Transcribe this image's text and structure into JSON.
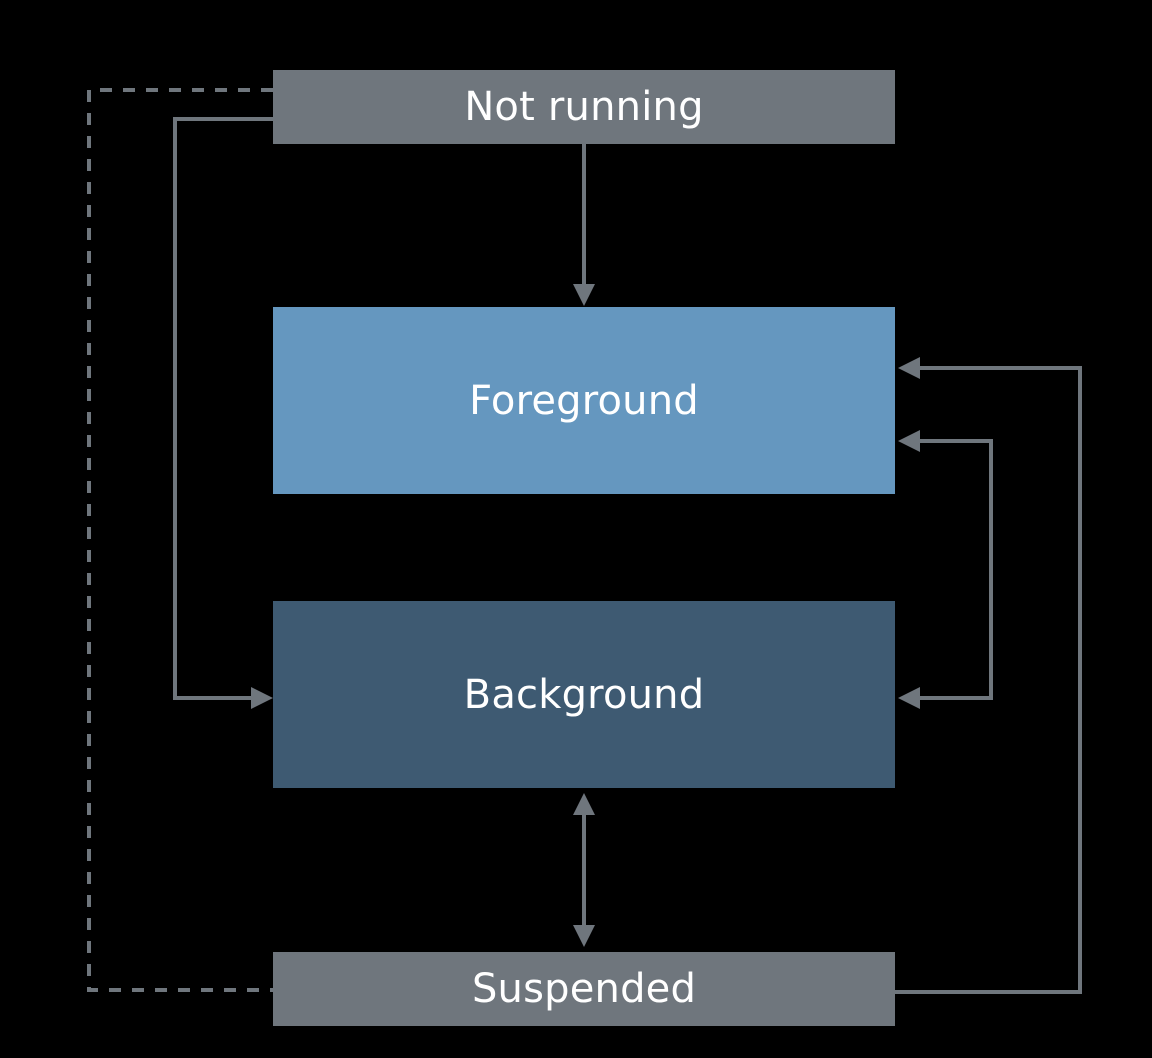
{
  "diagram": {
    "states": {
      "not_running": {
        "label": "Not running",
        "color": "#6f767d"
      },
      "foreground": {
        "label": "Foreground",
        "color": "#6597bf"
      },
      "background": {
        "label": "Background",
        "color": "#3e5a72"
      },
      "suspended": {
        "label": "Suspended",
        "color": "#6f767d"
      }
    },
    "connector_color": "#6f767d",
    "transitions": [
      {
        "from": "not_running",
        "to": "foreground",
        "style": "solid"
      },
      {
        "from": "not_running",
        "to": "background",
        "style": "solid"
      },
      {
        "from": "background",
        "to": "foreground",
        "style": "solid"
      },
      {
        "from": "foreground",
        "to": "background",
        "style": "solid"
      },
      {
        "from": "background",
        "to": "suspended",
        "style": "solid",
        "bidirectional": true
      },
      {
        "from": "suspended",
        "to": "foreground",
        "style": "solid"
      },
      {
        "from": "suspended",
        "to": "not_running",
        "style": "dashed"
      }
    ]
  }
}
